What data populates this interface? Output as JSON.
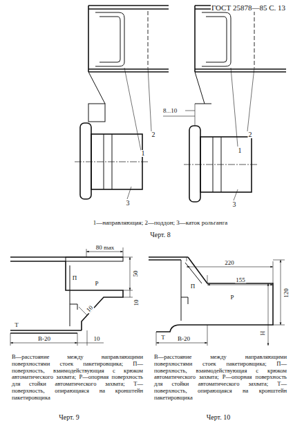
{
  "diagram": {
    "labels": [
      "ГОСТ 25878—85 С. 13",
      "1",
      "2",
      "3",
      "8...10",
      "1",
      "2",
      "3",
      "1—направляющая; 2—поддон; 3—каток рольганга",
      "Черт. 8",
      "80 max",
      "П",
      "Р",
      "50",
      "10",
      "10",
      "Т",
      "В-20",
      "10",
      "В—расстояние между направляющими поверхностями стоек пакетировщика; П—поверхность, взаимодействующая с крюком автоматического захвата; Р—опорная поверхность для стойки автоматического захвата; Т—поверхность, опирающаяся на кронштейн пакетировщика",
      "Черт. 9",
      "220",
      "155",
      "П",
      "Р",
      "120",
      "Н",
      "Т",
      "В-20",
      "В—расстояние между направляющими поверхностями стоек пакетировщика; П—поверхность, взаимодействующая с крюком автоматического захвата; Р—опорная поверхность для стойки автоматического захвата; Т—поверхность, опирающаяся на кронштейн пакетировщика",
      "Черт. 10"
    ]
  }
}
